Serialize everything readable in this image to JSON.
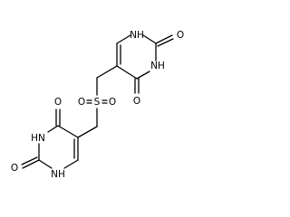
{
  "molecule": {
    "atoms": {
      "nh_top_ring_1": "NH",
      "o_top_ring_c2": "O",
      "nh_top_ring_3": "NH",
      "o_top_ring_c4": "O",
      "s_sulfonyl": "S",
      "o_sulfonyl_left": "O",
      "o_sulfonyl_right": "O",
      "o_bottom_ring_c4": "O",
      "hn_bottom_ring_3": "HN",
      "o_bottom_ring_c2": "O",
      "nh_bottom_ring_1": "NH"
    },
    "bond_color": "#000000",
    "label_color": "#000000"
  }
}
